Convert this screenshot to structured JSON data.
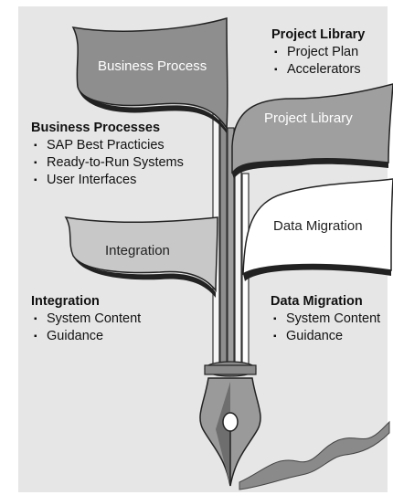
{
  "leaves": {
    "business_process": "Business Process",
    "project_library": "Project Library",
    "integration": "Integration",
    "data_migration": "Data Migration"
  },
  "blocks": {
    "project_library": {
      "title": "Project Library",
      "items": [
        "Project Plan",
        "Accelerators"
      ]
    },
    "business_processes": {
      "title": "Business Processes",
      "items": [
        "SAP Best Practicies",
        "Ready-to-Run Systems",
        "User Interfaces"
      ]
    },
    "integration": {
      "title": "Integration",
      "items": [
        "System Content",
        "Guidance"
      ]
    },
    "data_migration": {
      "title": "Data Migration",
      "items": [
        "System Content",
        "Guidance"
      ]
    }
  },
  "colors": {
    "background": "#e6e6e6",
    "leaf_dark": "#8e8e8e",
    "leaf_mid": "#9f9f9f",
    "leaf_light": "#c8c8c8",
    "leaf_white": "#ffffff",
    "pen_nib": "#8a8a8a"
  }
}
